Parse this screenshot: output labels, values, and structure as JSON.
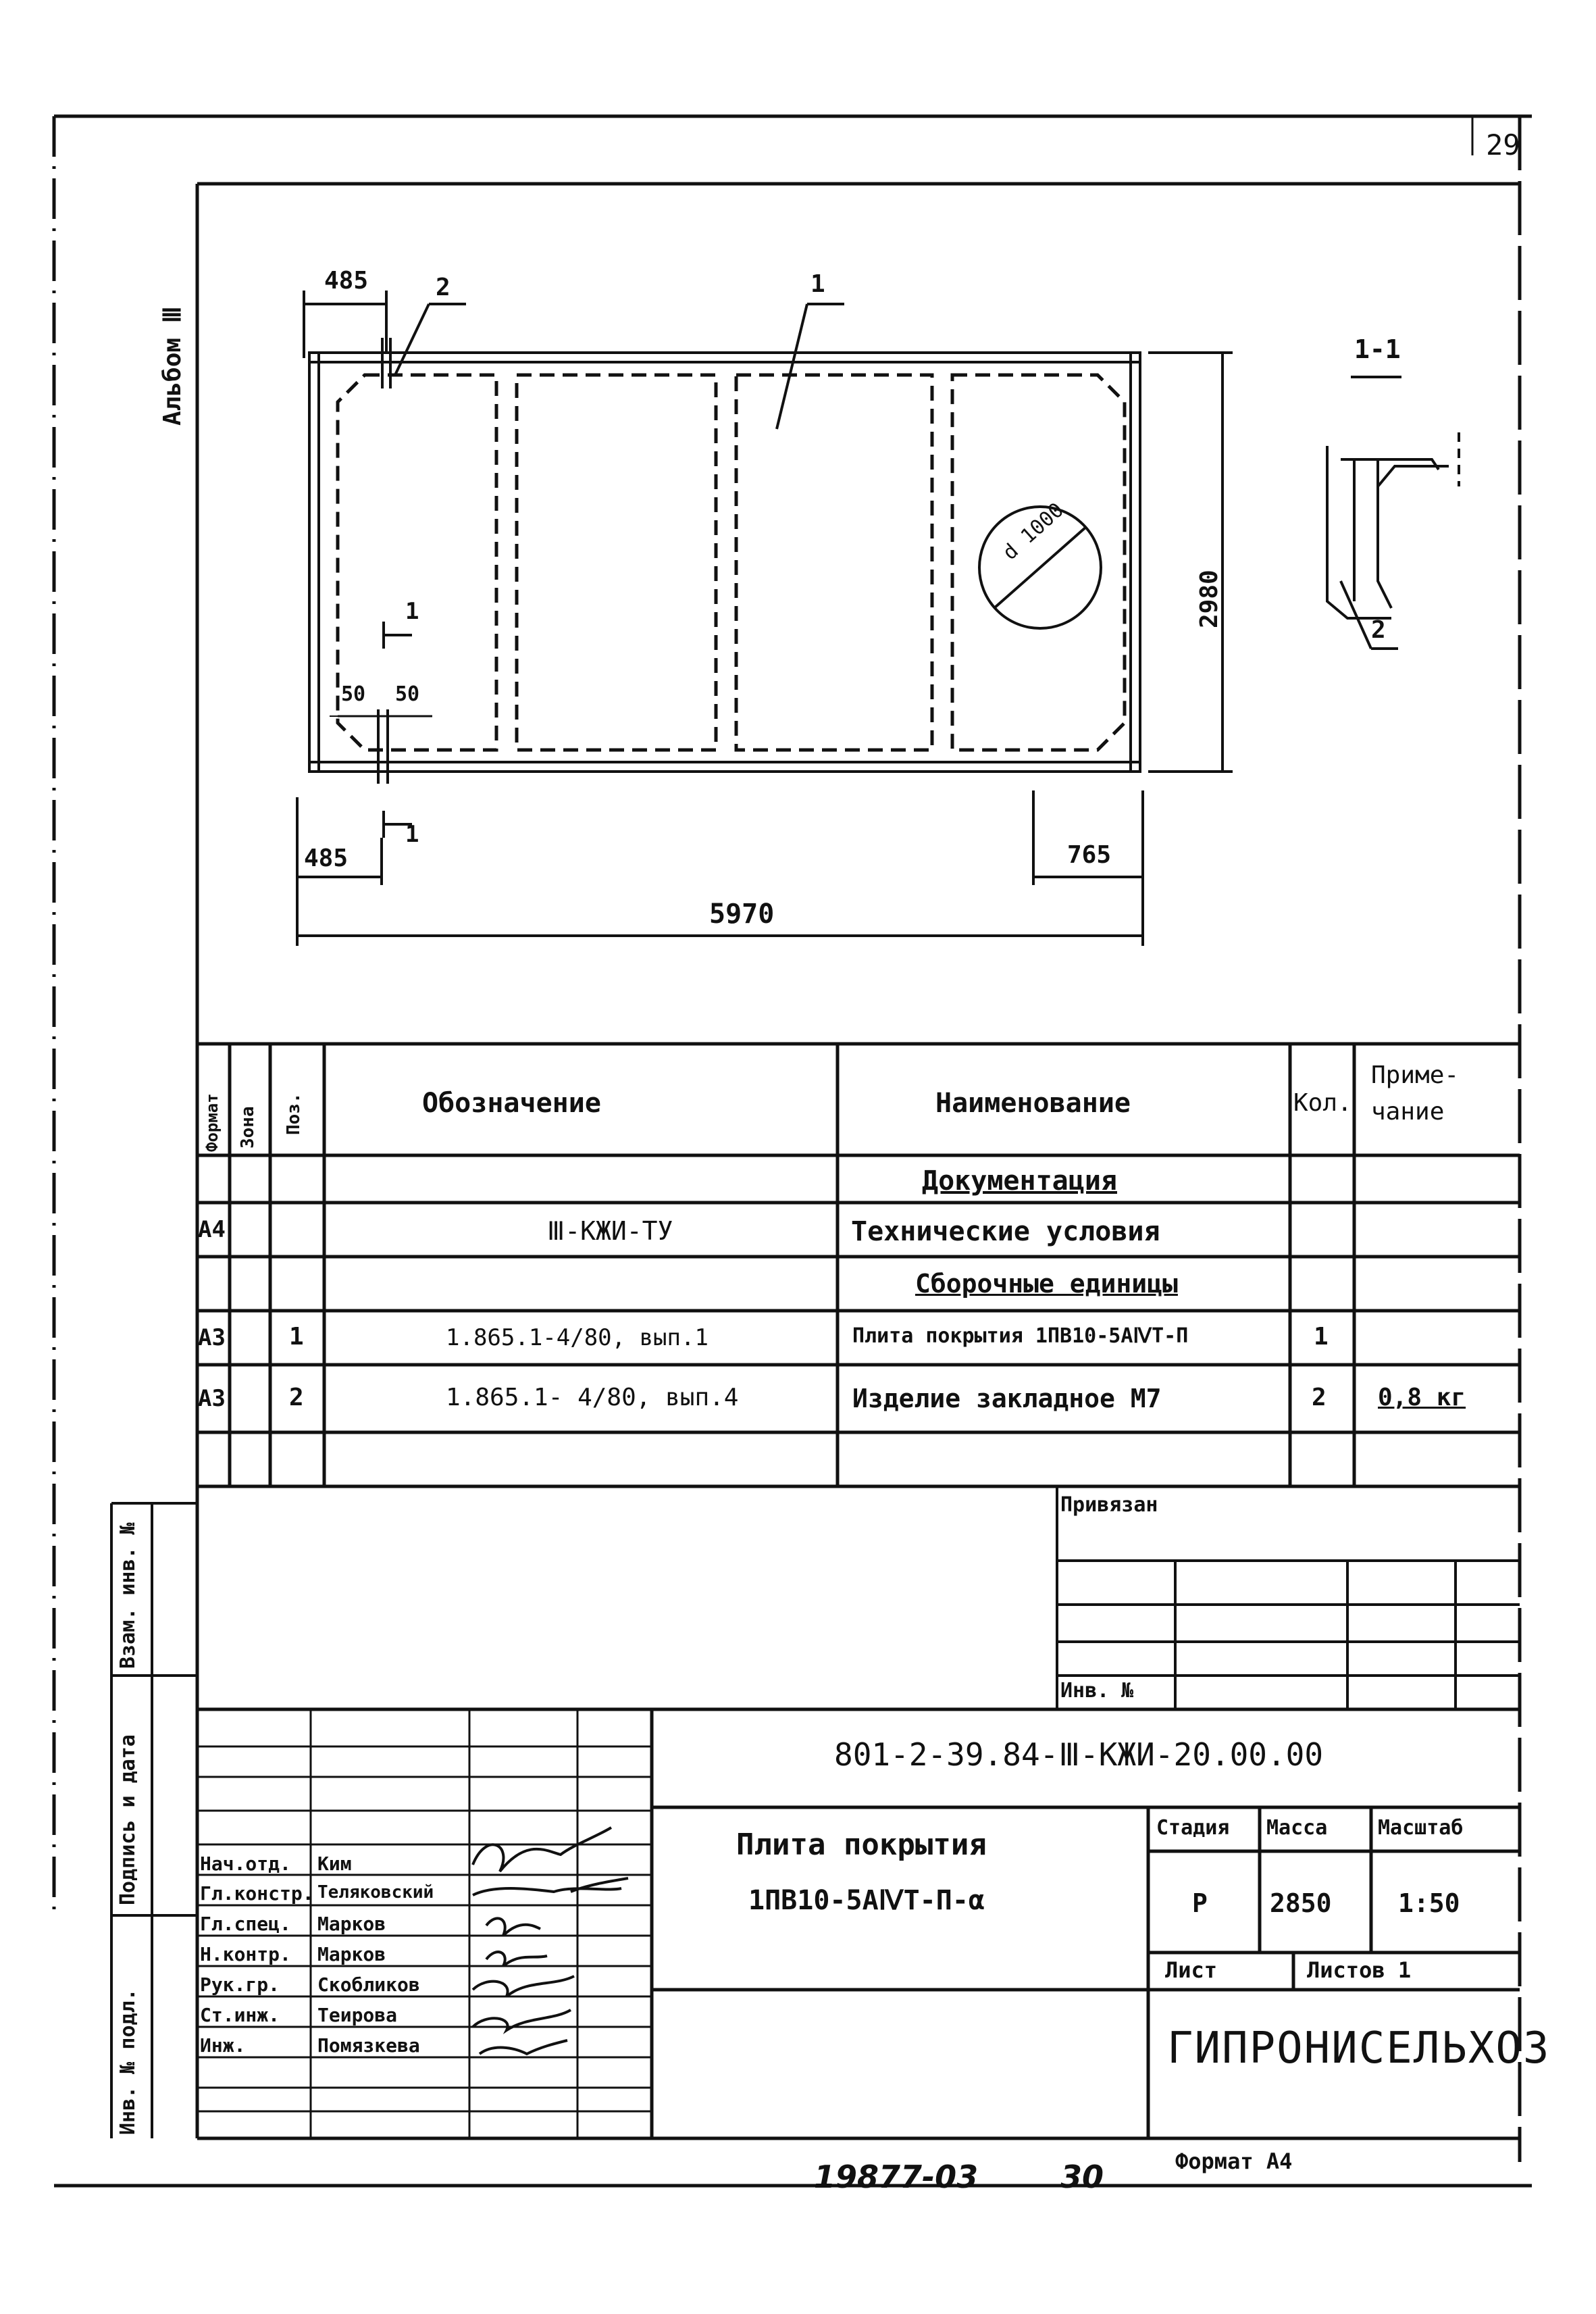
{
  "sheet": {
    "page_number": "29",
    "album_label": "Альбом Ⅲ",
    "side_labels": [
      "Взам. инв. №",
      "Подпись и дата",
      "Инв. № подл."
    ]
  },
  "drawing": {
    "dimensions": {
      "top_left": "485",
      "bottom_left": "485",
      "bottom_right": "765",
      "overall_length": "5970",
      "height": "2980",
      "gap_a": "50",
      "gap_b": "50",
      "hole_diameter": "d 1000"
    },
    "callouts": {
      "pos_1": "1",
      "pos_2": "2",
      "section_mark_top": "1",
      "section_mark_bottom": "1"
    },
    "section": {
      "title": "1-1",
      "pos": "2"
    }
  },
  "spec_table": {
    "headers": {
      "format": "Формат",
      "zone": "Зона",
      "pos": "Поз.",
      "designation": "Обозначение",
      "name": "Наименование",
      "qty": "Кол.",
      "note": "Приме-\nчание"
    },
    "rows": [
      {
        "format": "",
        "pos": "",
        "designation": "",
        "name": "Документация",
        "qty": "",
        "note": "",
        "heading": true
      },
      {
        "format": "А4",
        "pos": "",
        "designation": "Ⅲ-КЖИ-ТУ",
        "name": "Технические условия",
        "qty": "",
        "note": ""
      },
      {
        "format": "",
        "pos": "",
        "designation": "",
        "name": "Сборочные единицы",
        "qty": "",
        "note": "",
        "heading": true
      },
      {
        "format": "А3",
        "pos": "1",
        "designation": "1.865.1-4/80, вып.1",
        "name": "Плита покрытия 1ПВ10-5АⅣТ-П",
        "qty": "1",
        "note": ""
      },
      {
        "format": "А3",
        "pos": "2",
        "designation": "1.865.1- 4/80, вып.4",
        "name": "Изделие закладное М7",
        "qty": "2",
        "note": "0,8 кг"
      },
      {
        "format": "",
        "pos": "",
        "designation": "",
        "name": "",
        "qty": "",
        "note": ""
      }
    ]
  },
  "binding": {
    "label": "Привязан",
    "inv_label": "Инв. №"
  },
  "title_block": {
    "code": "801-2-39.84-Ⅲ-КЖИ-20.00.00",
    "title_line1": "Плита покрытия",
    "title_line2": "1ПВ10-5АⅣТ-П-α",
    "stage_label": "Стадия",
    "mass_label": "Масса",
    "scale_label": "Масштаб",
    "stage": "Р",
    "mass": "2850",
    "scale": "1:50",
    "sheet_label": "Лист",
    "sheets_label": "Листов 1",
    "org": "ГИПРОНИСЕЛЬХОЗ",
    "signatures": [
      {
        "role": "Нач.отд.",
        "name": "Ким"
      },
      {
        "role": "Гл.констр.",
        "name": "Теляковский"
      },
      {
        "role": "Гл.спец.",
        "name": "Марков"
      },
      {
        "role": "Н.контр.",
        "name": "Марков"
      },
      {
        "role": "Рук.гр.",
        "name": "Скобликов"
      },
      {
        "role": "Ст.инж.",
        "name": "Теирова"
      },
      {
        "role": "Инж.",
        "name": "Помязкева"
      }
    ]
  },
  "footer": {
    "number": "19877-03",
    "page": "30",
    "format": "Формат А4"
  }
}
